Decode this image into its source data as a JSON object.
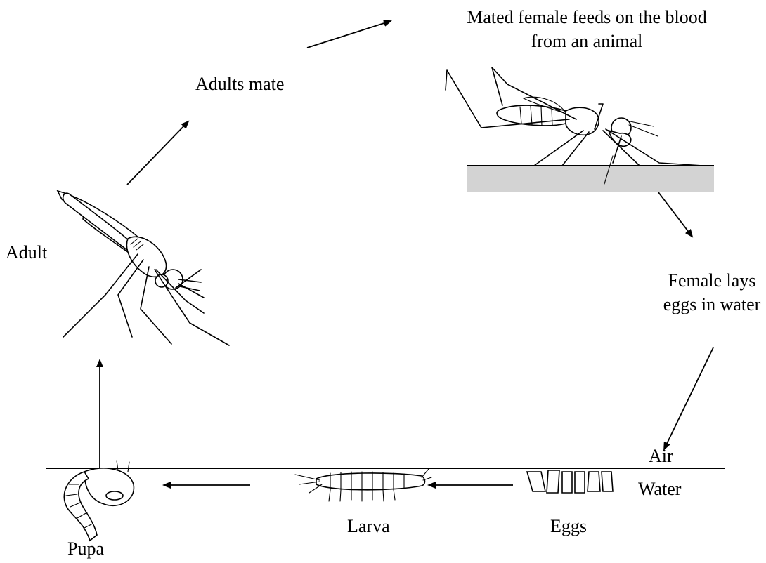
{
  "labels": {
    "mated_female_line1": "Mated female feeds on the blood",
    "mated_female_line2": "from an animal",
    "adults_mate": "Adults mate",
    "adult": "Adult",
    "female_lays_line1": "Female lays",
    "female_lays_line2": "eggs in water",
    "air": "Air",
    "water": "Water",
    "eggs": "Eggs",
    "larva": "Larva",
    "pupa": "Pupa"
  },
  "colors": {
    "skin": "#d3d3d3",
    "ink": "#000000"
  }
}
